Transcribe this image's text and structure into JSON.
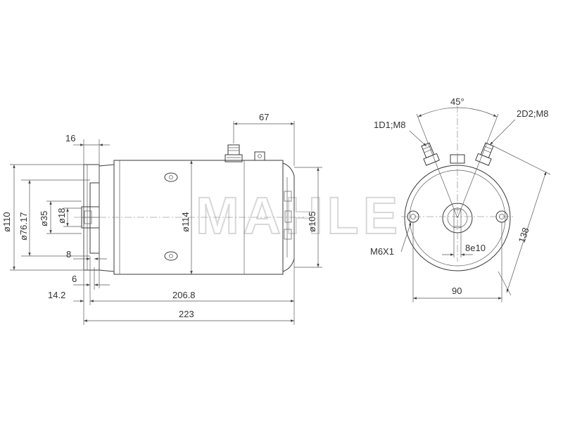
{
  "brand": "MAHLE",
  "side_view": {
    "dims": {
      "d_110": "ø110",
      "d_76_17": "ø76.17",
      "d_35": "ø35",
      "d_18": "ø18",
      "d_114": "ø114",
      "d_105": "ø105",
      "len_16": "16",
      "len_8": "8",
      "len_6": "6",
      "len_14_2": "14.2",
      "len_206_8": "206.8",
      "len_223": "223",
      "len_67": "67"
    }
  },
  "end_view": {
    "dims": {
      "angle_45": "45°",
      "terminal_1": "1D1;M8",
      "terminal_2": "2D2;M8",
      "bolt": "M6X1",
      "shaft": "8e10",
      "width_90": "90",
      "diag_138": "138"
    }
  }
}
